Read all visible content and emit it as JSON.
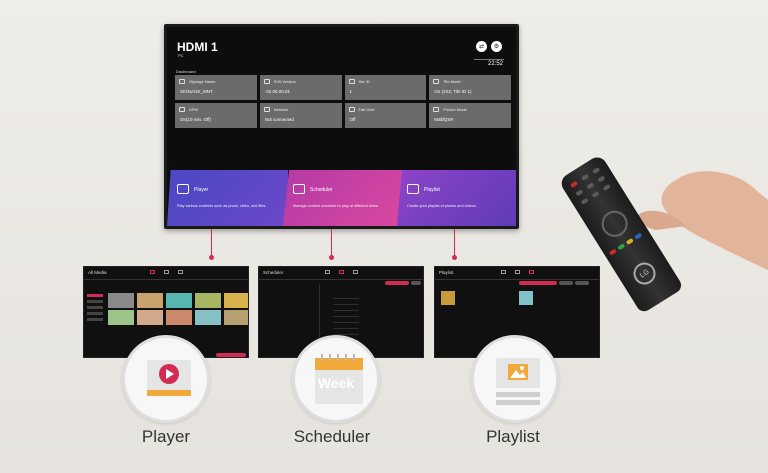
{
  "tv": {
    "title": "HDMI 1",
    "subtitle": "PC",
    "time": "22:52",
    "section": "Dashboard",
    "tiles": [
      {
        "name": "Signage Name",
        "value": "SIGNAGE_MNT"
      },
      {
        "name": "S/W Version",
        "value": "-32.00.00.01"
      },
      {
        "name": "Set ID",
        "value": "1"
      },
      {
        "name": "Tile Mode",
        "value": "On (2X2, Tile ID 1)"
      },
      {
        "name": "DPM",
        "value": "On(10 min. Off)"
      },
      {
        "name": "Network",
        "value": "Not connected"
      },
      {
        "name": "Fail Over",
        "value": "Off"
      },
      {
        "name": "Picture Mode",
        "value": "Mall/QSR"
      }
    ],
    "panels": [
      {
        "title": "Player",
        "desc": "Play various contents such as photo, video, and files."
      },
      {
        "title": "Scheduler",
        "desc": "Manage content schedule to play at different times."
      },
      {
        "title": "Playlist",
        "desc": "Create your playlist of photos and videos."
      }
    ]
  },
  "thumbnails": [
    {
      "title": "All Media"
    },
    {
      "title": "Scheduler"
    },
    {
      "title": "Playlist"
    }
  ],
  "features": [
    {
      "label": "Player",
      "icon": "player-icon"
    },
    {
      "label": "Scheduler",
      "icon": "calendar-icon",
      "badge": "Week"
    },
    {
      "label": "Playlist",
      "icon": "playlist-icon"
    }
  ],
  "remote": {
    "brand": "LG"
  },
  "colors": {
    "accent": "#d22c54",
    "player_panel": "#5a48c6",
    "scheduler_panel": "#c83fa3",
    "playlist_panel": "#7540c0",
    "feature_orange": "#f2a93b"
  }
}
